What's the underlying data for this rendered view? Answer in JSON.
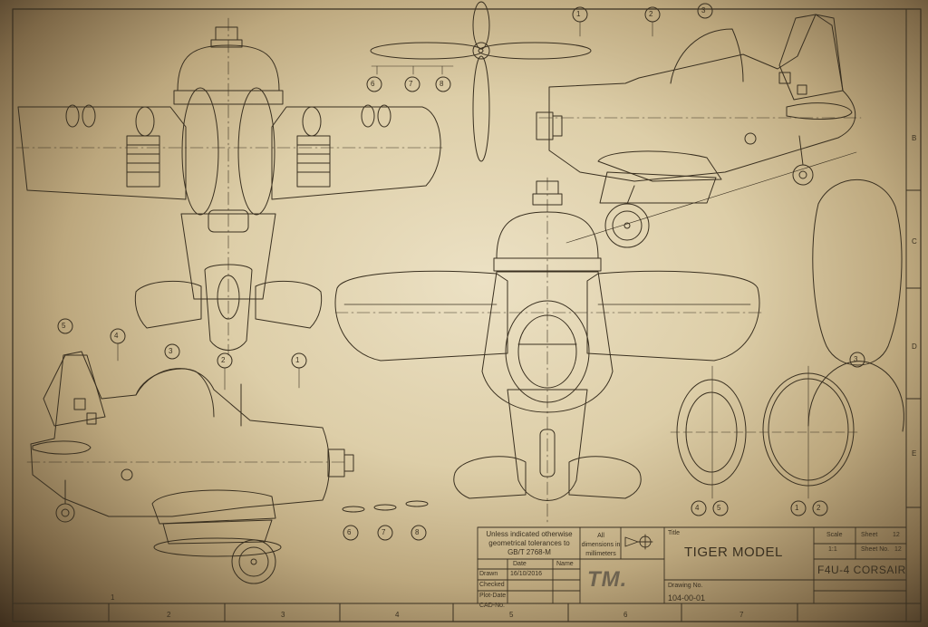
{
  "title_block": {
    "note": "Unless indicated otherwise geometrical tolerances to GB/T 2768-M",
    "units_note": "All dimensions in millimeters",
    "date_header": "Date",
    "name_header": "Name",
    "drawn_label": "Drawn",
    "drawn_date": "16/10/2016",
    "checked_label": "Checked",
    "plot_date_label": "Plot-Date",
    "cad_label": "CAD-No.",
    "title_label": "Title",
    "title": "TIGER MODEL",
    "drawing_no_label": "Drawing No.",
    "drawing_no": "104-00-01",
    "scale_label": "Scale",
    "scale": "1:1",
    "sheet_label": "Sheet",
    "sheet": "12",
    "sheet_no_label": "Sheet No.",
    "sheet_no": "12",
    "model": "F4U-4 CORSAIR",
    "logo": "TM."
  },
  "border": {
    "columns": [
      "1",
      "2",
      "3",
      "4",
      "5",
      "6",
      "7"
    ],
    "rows": [
      "B",
      "C",
      "D",
      "E"
    ]
  },
  "callouts": {
    "front_props": [
      "6",
      "7",
      "8"
    ],
    "side_top": [
      "1",
      "2",
      "3"
    ],
    "side_left": [
      "5",
      "4",
      "3",
      "2",
      "1"
    ],
    "bottom_props": [
      "6",
      "7",
      "8"
    ],
    "ovals_right": [
      "3"
    ],
    "ovals_bottom": [
      "4",
      "5",
      "1",
      "2"
    ]
  },
  "colors": {
    "ink": "#3a3020",
    "paper": "#e6d9b6"
  }
}
